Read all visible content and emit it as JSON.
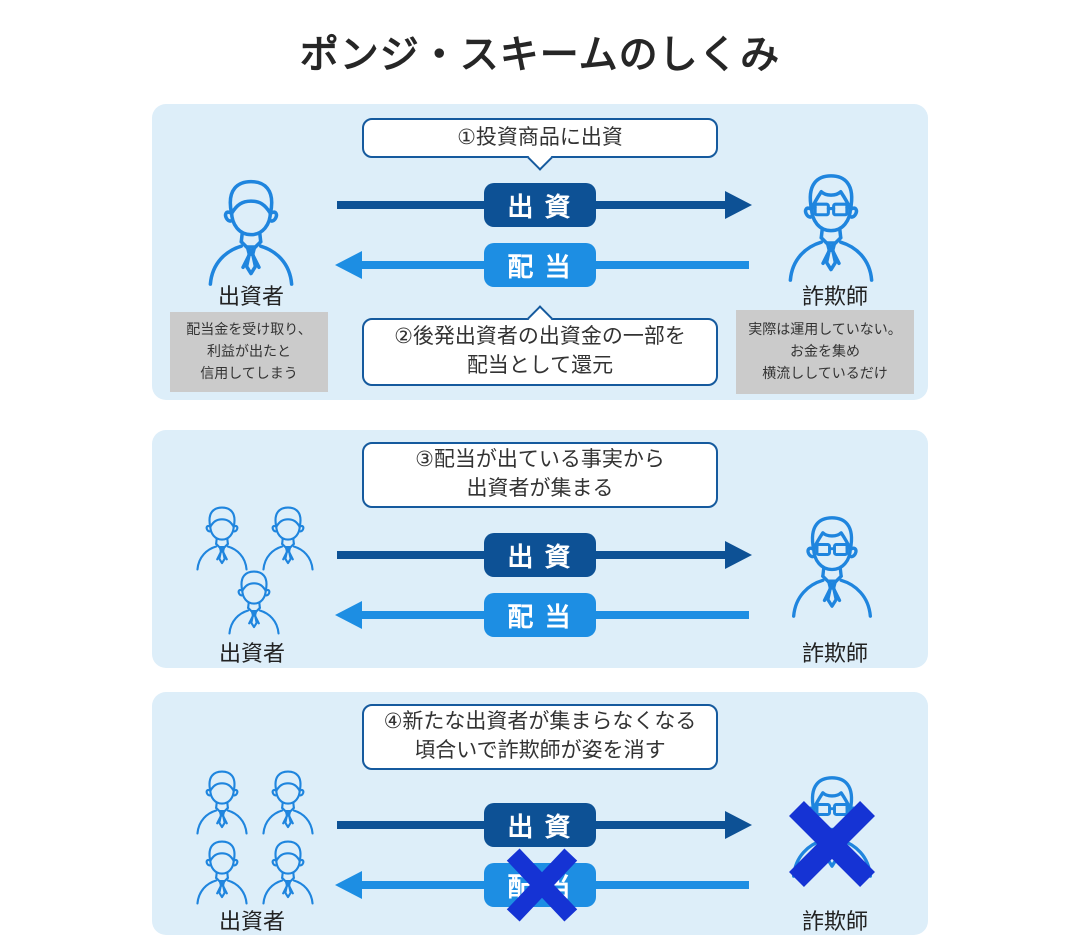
{
  "title": "ポンジ・スキームのしくみ",
  "arrows": {
    "invest_label": "出 資",
    "dividend_label": "配 当"
  },
  "actors": {
    "investor_label": "出資者",
    "fraudster_label": "詐欺師"
  },
  "panel1": {
    "callout_top": "①投資商品に出資",
    "callout_bottom": [
      "②後発出資者の出資金の一部を",
      "配当として還元"
    ],
    "note_left": [
      "配当金を受け取り、",
      "利益が出たと",
      "信用してしまう"
    ],
    "note_right": [
      "実際は運用していない。",
      "お金を集め",
      "横流ししているだけ"
    ]
  },
  "panel2": {
    "callout": [
      "③配当が出ている事実から",
      "出資者が集まる"
    ]
  },
  "panel3": {
    "callout": [
      "④新たな出資者が集まらなくなる",
      "頃合いで詐欺師が姿を消す"
    ]
  },
  "colors": {
    "panel_bg": "#ddeef9",
    "invest_blue": "#0d5195",
    "dividend_blue": "#1d8ee3",
    "cross_blue": "#1533d4",
    "figure_stroke": "#1f85de",
    "callout_border": "#155a9e",
    "note_bg": "#cbcbcb"
  }
}
